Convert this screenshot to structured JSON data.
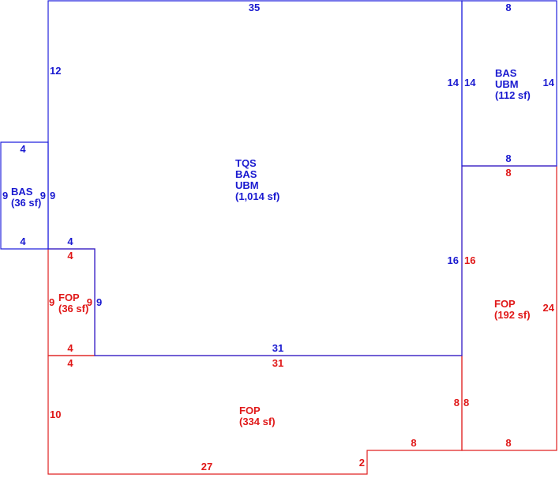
{
  "colors": {
    "bas": "#1a1ad0",
    "fop": "#e01818"
  },
  "main_area": {
    "line1": "TQS",
    "line2": "BAS",
    "line3": "UBM",
    "area": "(1,014 sf)"
  },
  "small_bas": {
    "line1": "BAS",
    "area": "(36 sf)"
  },
  "upper_right_bas": {
    "line1": "BAS",
    "line2": "UBM",
    "area": "(112 sf)"
  },
  "left_fop": {
    "line1": "FOP",
    "area": "(36 sf)"
  },
  "right_fop": {
    "line1": "FOP",
    "area": "(192 sf)"
  },
  "bottom_fop": {
    "line1": "FOP",
    "area": "(334 sf)"
  },
  "dimensions": {
    "main_top": "35",
    "main_left": "12",
    "main_right_upper": "14",
    "main_right_lower": "16",
    "main_bottom": "31",
    "ur_top": "8",
    "ur_left": "14",
    "ur_right": "14",
    "ur_bottom": "8",
    "sb_top": "4",
    "sb_left": "9",
    "sb_right": "9",
    "sb_right_outer": "9",
    "sb_bottom": "4",
    "lf_top_blue": "4",
    "lf_top": "4",
    "lf_left": "9",
    "lf_right": "9",
    "lf_right_blue": "9",
    "lf_bottom": "4",
    "lf_bottom_red_below": "4",
    "rf_top": "8",
    "rf_left": "16",
    "rf_right": "24",
    "rf_bottom": "8",
    "bf_top": "31",
    "bf_left": "10",
    "bf_right_a": "8",
    "bf_right_b": "8",
    "bf_step_top": "8",
    "bf_step": "2",
    "bf_bottom": "27"
  }
}
